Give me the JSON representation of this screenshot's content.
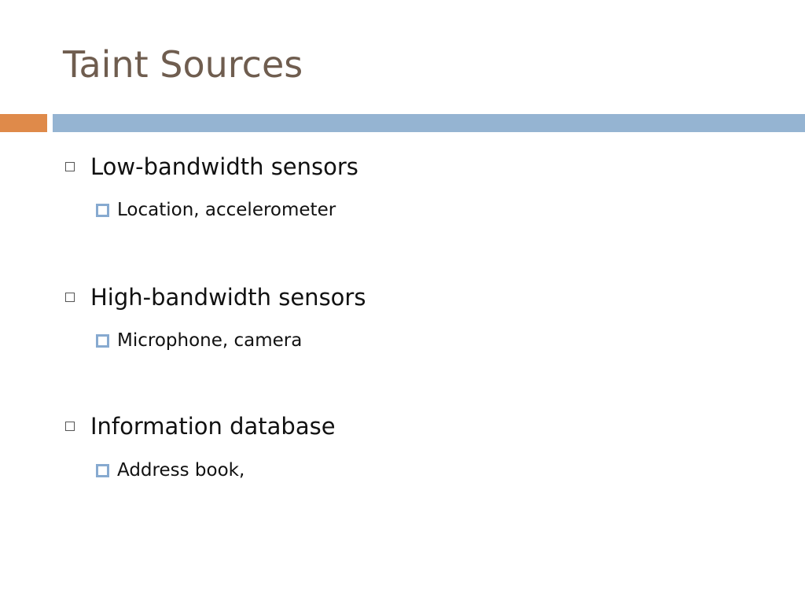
{
  "slide": {
    "title": "Taint Sources",
    "colors": {
      "title": "#6f5d4f",
      "accent_bar": "#df8a4a",
      "main_bar": "#95b4d2",
      "sub_bullet": "#87aad0",
      "text": "#111111"
    },
    "bullets": [
      {
        "icon": "outline-square-bullet",
        "text": "Low-bandwidth sensors",
        "sub": [
          {
            "icon": "filled-square-bullet",
            "text": "Location, accelerometer"
          }
        ]
      },
      {
        "icon": "outline-square-bullet",
        "text": "High-bandwidth sensors",
        "sub": [
          {
            "icon": "filled-square-bullet",
            "text": "Microphone, camera"
          }
        ]
      },
      {
        "icon": "outline-square-bullet",
        "text": "Information database",
        "sub": [
          {
            "icon": "filled-square-bullet",
            "text": "Address book,"
          }
        ]
      }
    ]
  }
}
